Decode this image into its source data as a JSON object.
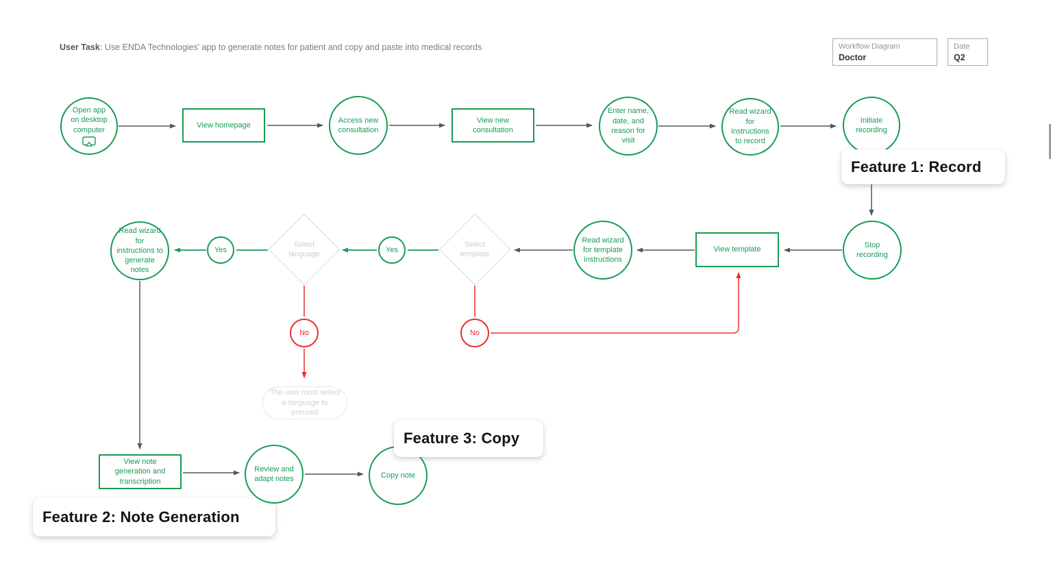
{
  "header": {
    "task_label": "User Task",
    "task_text": ": Use ENDA Technologies' app to generate notes for patient and copy and paste into medical records",
    "meta_boxes": [
      {
        "label": "Workflow Diagram",
        "value": "Doctor"
      },
      {
        "label": "Date",
        "value": "Q2"
      }
    ]
  },
  "flow": {
    "open_app": "Open app on desktop computer",
    "view_homepage": "View homepage",
    "access_new_consultation": "Access new consultation",
    "view_new_consultation": "View new consultation",
    "enter_details": "Enter name, date, and reason for visit",
    "read_wizard_record": "Read wizard for instructions to record",
    "initiate_recording": "Initiate recording",
    "stop_recording": "Stop recording",
    "view_template": "View template",
    "read_wizard_template": "Read wizard for template instructions",
    "select_template": "Select template",
    "select_language": "Select language",
    "read_wizard_generate": "Read wizard for instructions to generate notes",
    "yes": "Yes",
    "no": "No",
    "language_note": "The user must select a language to proceed",
    "view_note_generation": "View note generation and transcription",
    "review_adapt": "Review and adapt notes",
    "copy_note": "Copy note"
  },
  "features": {
    "record": "Feature 1: Record",
    "note_generation": "Feature 2: Note Generation",
    "copy": "Feature 3: Copy"
  },
  "icons": {
    "open_app_icon": "screen-share-icon"
  },
  "colors": {
    "green": "#169c53",
    "red": "#ee2b2b",
    "arrow_gray": "#53575b",
    "faded_gray": "#d7dbdb"
  }
}
